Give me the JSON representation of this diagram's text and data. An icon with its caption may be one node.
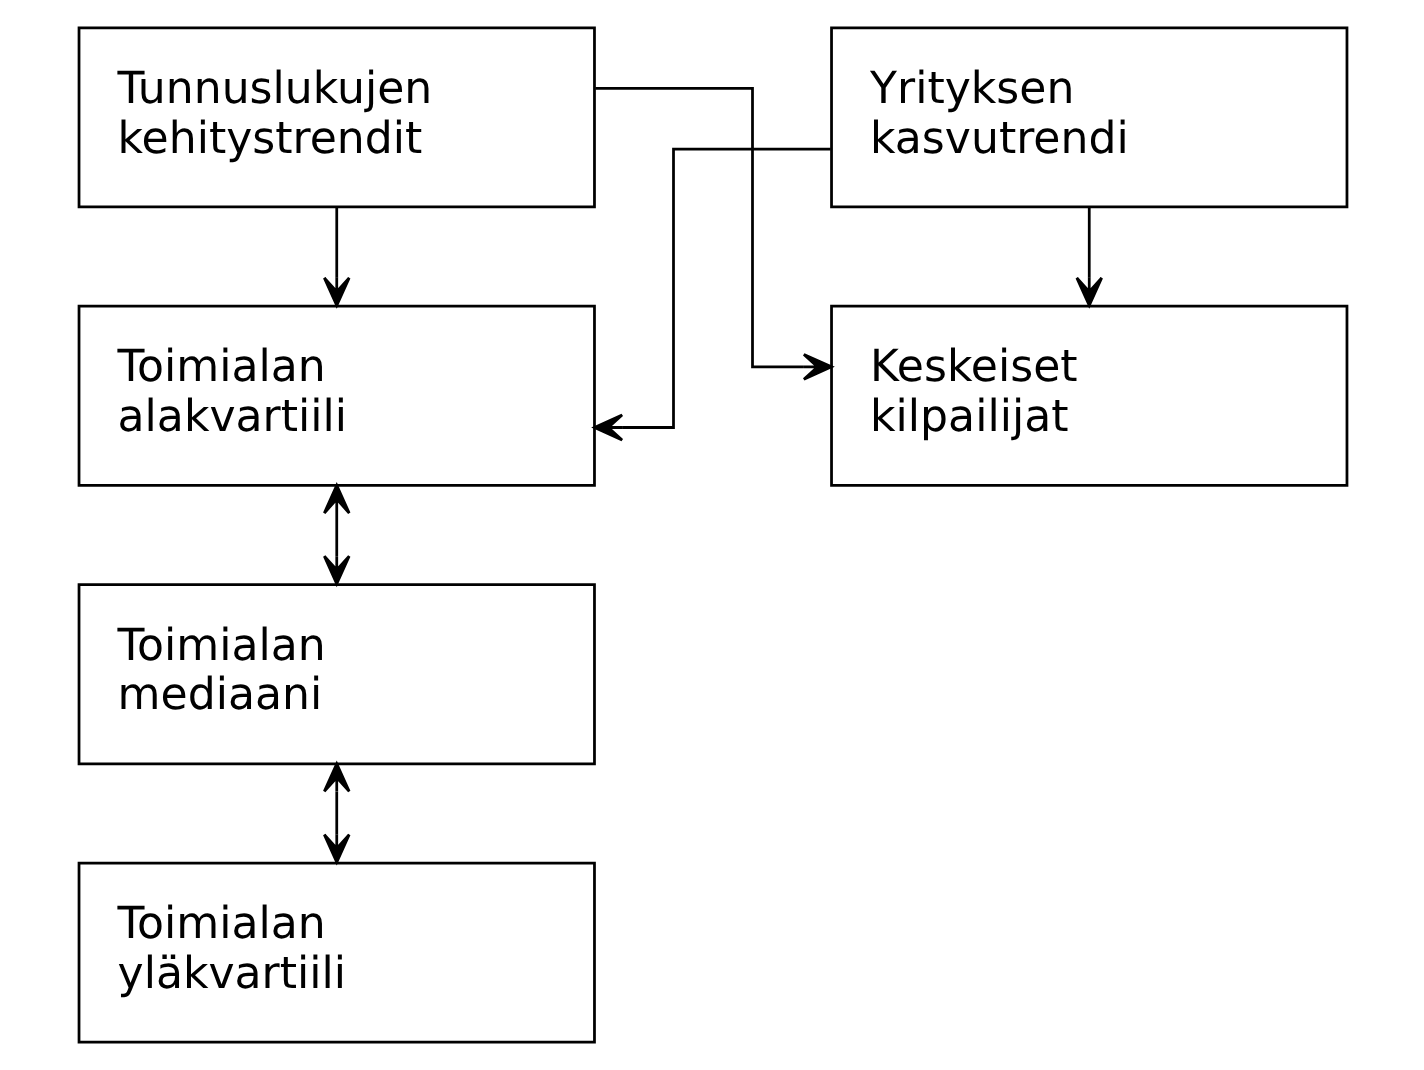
{
  "diagram": {
    "nodes": [
      {
        "text": [
          "Tunnuslukujen kehitystrendit"
        ]
      },
      {
        "text": [
          "Yrityksen kasvutrendi"
        ]
      },
      {
        "text": [
          "Toimialan alakvartiili"
        ]
      },
      {
        "text": [
          "Keskeiset kilpailijat"
        ]
      },
      {
        "text": [
          "Toimialan mediaani"
        ]
      },
      {
        "text": [
          "Toimialan yläkvartiili"
        ]
      }
    ],
    "edges": [
      {
        "from": 0,
        "to": 2,
        "arrow": "to"
      },
      {
        "from": 0,
        "to": 3,
        "arrow": "to"
      },
      {
        "from": 1,
        "to": 2,
        "arrow": "to"
      },
      {
        "from": 1,
        "to": 3,
        "arrow": "to"
      },
      {
        "from": 2,
        "to": 4,
        "arrow": "both"
      },
      {
        "from": 4,
        "to": 5,
        "arrow": "both"
      }
    ]
  }
}
